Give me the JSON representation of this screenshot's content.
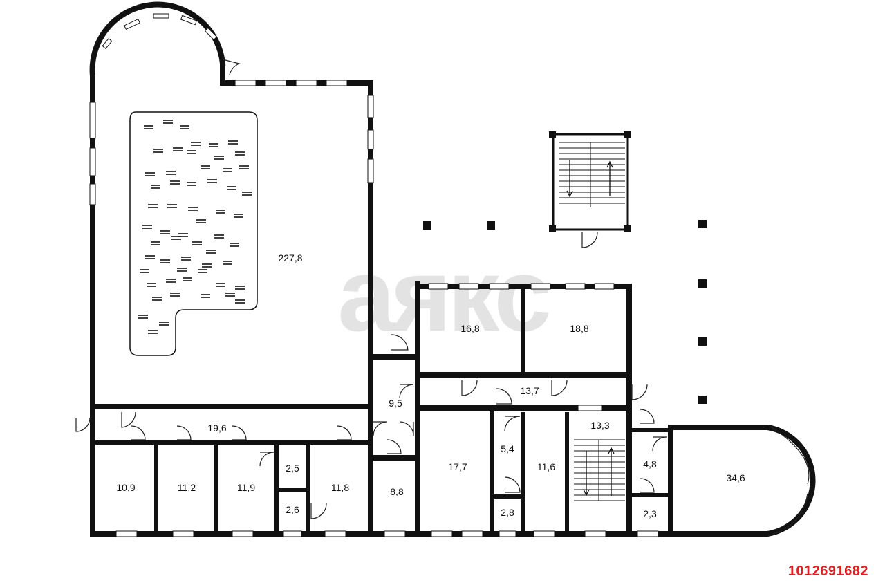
{
  "watermark": "аякс",
  "listing_id": "1012691682",
  "rooms": [
    {
      "name": "room-pool-hall",
      "label": "227,8"
    },
    {
      "name": "room-16-8",
      "label": "16,8"
    },
    {
      "name": "room-18-8",
      "label": "18,8"
    },
    {
      "name": "room-corridor-13-7",
      "label": "13,7"
    },
    {
      "name": "room-9-5",
      "label": "9,5"
    },
    {
      "name": "room-corridor-19-6",
      "label": "19,6"
    },
    {
      "name": "room-13-3",
      "label": "13,3"
    },
    {
      "name": "room-10-9",
      "label": "10,9"
    },
    {
      "name": "room-11-2",
      "label": "11,2"
    },
    {
      "name": "room-11-9",
      "label": "11,9"
    },
    {
      "name": "room-2-5",
      "label": "2,5"
    },
    {
      "name": "room-2-6",
      "label": "2,6"
    },
    {
      "name": "room-11-8",
      "label": "11,8"
    },
    {
      "name": "room-8-8",
      "label": "8,8"
    },
    {
      "name": "room-17-7",
      "label": "17,7"
    },
    {
      "name": "room-5-4",
      "label": "5,4"
    },
    {
      "name": "room-2-8",
      "label": "2,8"
    },
    {
      "name": "room-11-6",
      "label": "11,6"
    },
    {
      "name": "room-4-8",
      "label": "4,8"
    },
    {
      "name": "room-2-3",
      "label": "2,3"
    },
    {
      "name": "room-34-6",
      "label": "34,6"
    }
  ]
}
